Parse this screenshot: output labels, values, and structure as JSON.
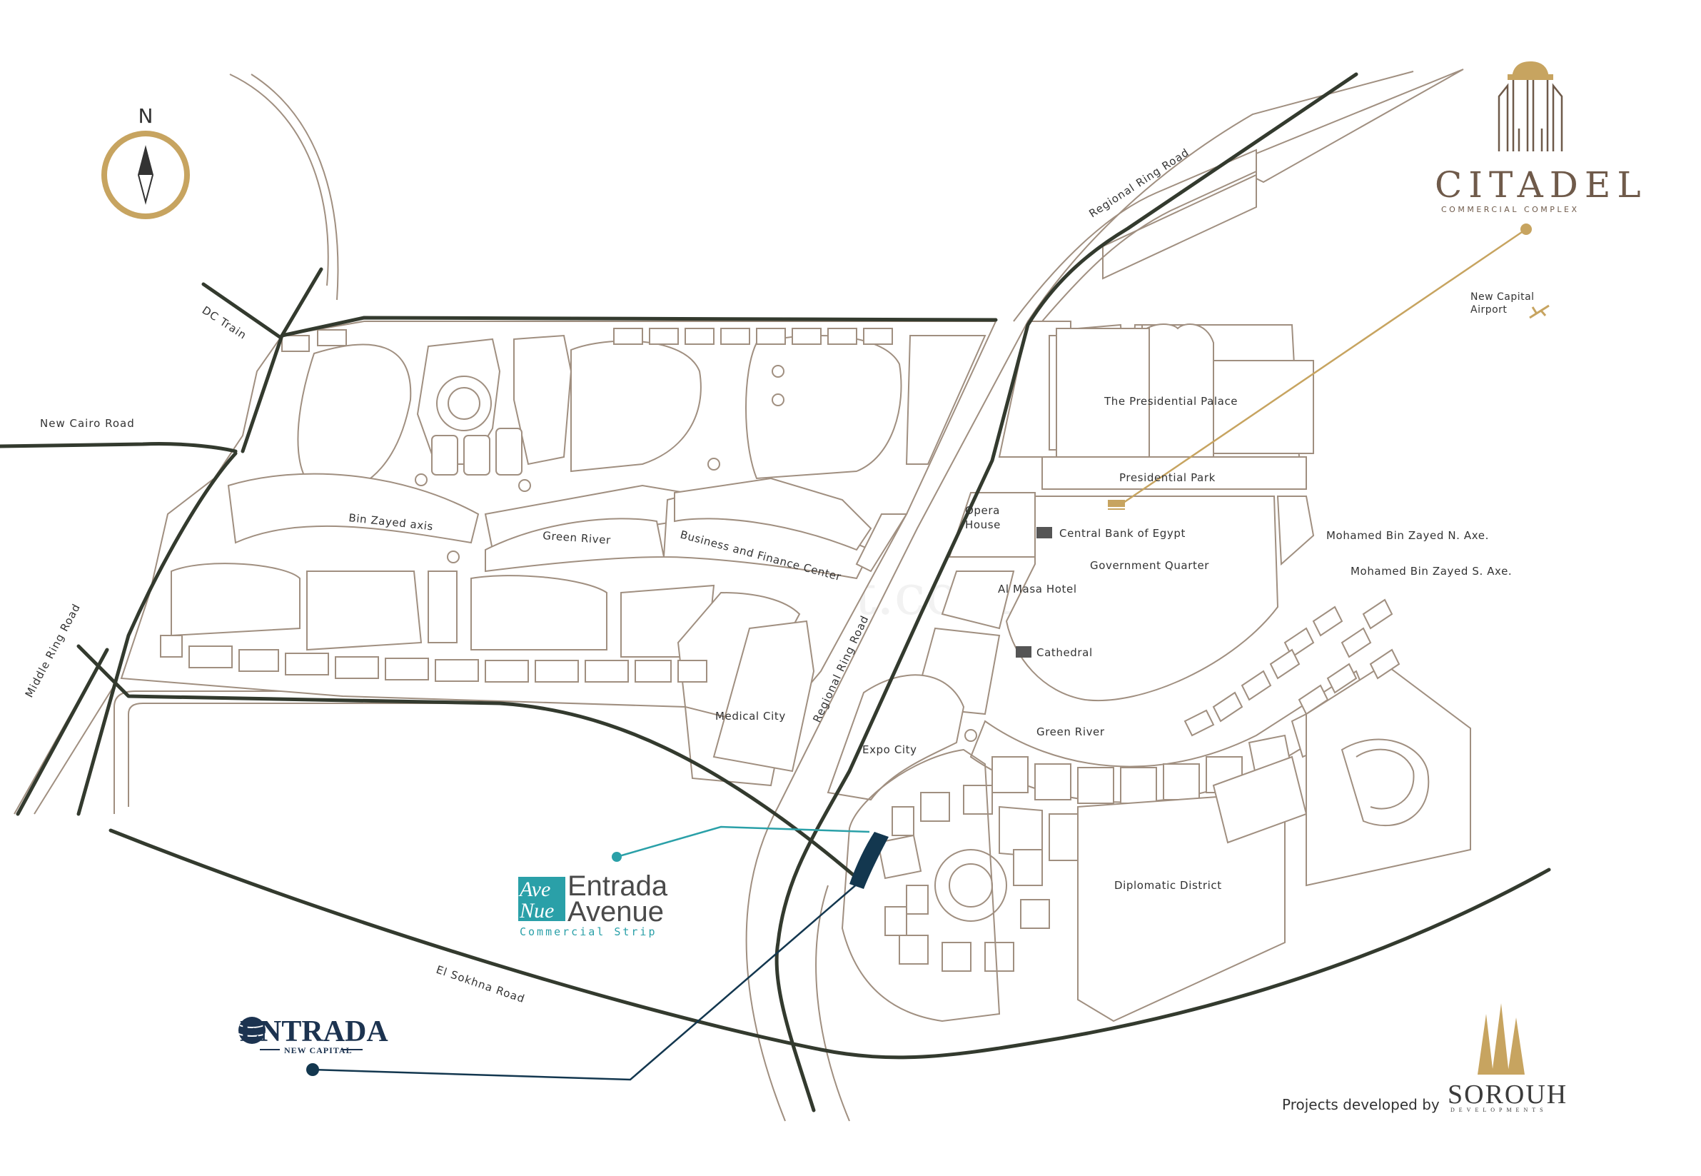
{
  "map": {
    "watermark": "elbayt.com",
    "compass": {
      "label": "N",
      "color": "#c7a460"
    },
    "roads": {
      "new_cairo_road": "New Cairo Road",
      "dc_train": "DC Train",
      "middle_ring_road": "Middle Ring Road",
      "regional_ring_road_north": "Regional Ring Road",
      "regional_ring_road_center": "Regional Ring Road",
      "el_sokhna_road": "El Sokhna Road",
      "mbz_north_axe": "Mohamed Bin Zayed N. Axe.",
      "mbz_south_axe": "Mohamed Bin Zayed S. Axe."
    },
    "districts": {
      "bin_zayed_axis": "Bin Zayed axis",
      "green_river_west": "Green River",
      "business_finance": "Business and Finance Center",
      "medical_city": "Medical City",
      "expo_city": "Expo City",
      "opera_house_line1": "Opera",
      "opera_house_line2": "House",
      "al_masa_hotel": "Al Masa Hotel",
      "cathedral": "Cathedral",
      "central_bank": "Central Bank of Egypt",
      "government_quarter": "Government Quarter",
      "presidential_palace": "The Presidential Palace",
      "presidential_park": "Presidential Park",
      "green_river_east": "Green River",
      "diplomatic_district": "Diplomatic District",
      "airport_line1": "New Capital",
      "airport_line2": "Airport"
    },
    "colors": {
      "road_dark": "#333a2e",
      "block_outline": "#a08f80",
      "gold": "#c7a460",
      "teal": "#2aa0a8",
      "navy": "#1c3350",
      "marker_grey": "#555555"
    }
  },
  "citadel": {
    "title": "CITADEL",
    "subtitle": "COMMERCIAL COMPLEX"
  },
  "entrada_avenue": {
    "logo_line1": "Ave",
    "logo_line2": "Nue",
    "title_line1": "Entrada",
    "title_line2": "Avenue",
    "subtitle": "Commercial Strip"
  },
  "entrada_new_capital": {
    "logo": "ENTRADA",
    "subtitle": "NEW CAPITAL"
  },
  "developer": {
    "prefix": "Projects developed by",
    "name": "SOROUH",
    "subtitle": "DEVELOPMENTS"
  }
}
